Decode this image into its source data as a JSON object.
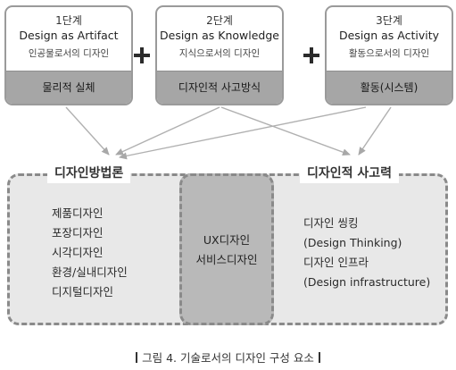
{
  "stages": [
    {
      "step": "1단계",
      "name_en": "Design as Artifact",
      "name_ko": "인공물로서의 디자인",
      "focus": "물리적 실체"
    },
    {
      "step": "2단계",
      "name_en": "Design as Knowledge",
      "name_ko": "지식으로서의 디자인",
      "focus": "디자인적 사고방식"
    },
    {
      "step": "3단계",
      "name_en": "Design as Activity",
      "name_ko": "활동으로서의 디자인",
      "focus": "활동(시스템)"
    }
  ],
  "operator_symbol": "plus",
  "left_region": {
    "label": "디자인방법론",
    "items": [
      "제품디자인",
      "포장디자인",
      "시각디자인",
      "환경/실내디자인",
      "디지털디자인"
    ]
  },
  "center_region": {
    "items": [
      "UX디자인",
      "서비스디자인"
    ]
  },
  "right_region": {
    "label": "디자인적 사고력",
    "items": [
      "디자인 씽킹",
      "(Design Thinking)",
      "디자인 인프라",
      "(Design infrastructure)"
    ]
  },
  "caption": "그림 4. 기술로서의 디자인 구성 요소",
  "colors": {
    "box_border": "#9a9a9a",
    "foot_fill": "#a6a6a6",
    "region_fill": "#e8e8e8",
    "overlap_fill": "#b9b9b9",
    "arrow": "#b0b0b0"
  }
}
